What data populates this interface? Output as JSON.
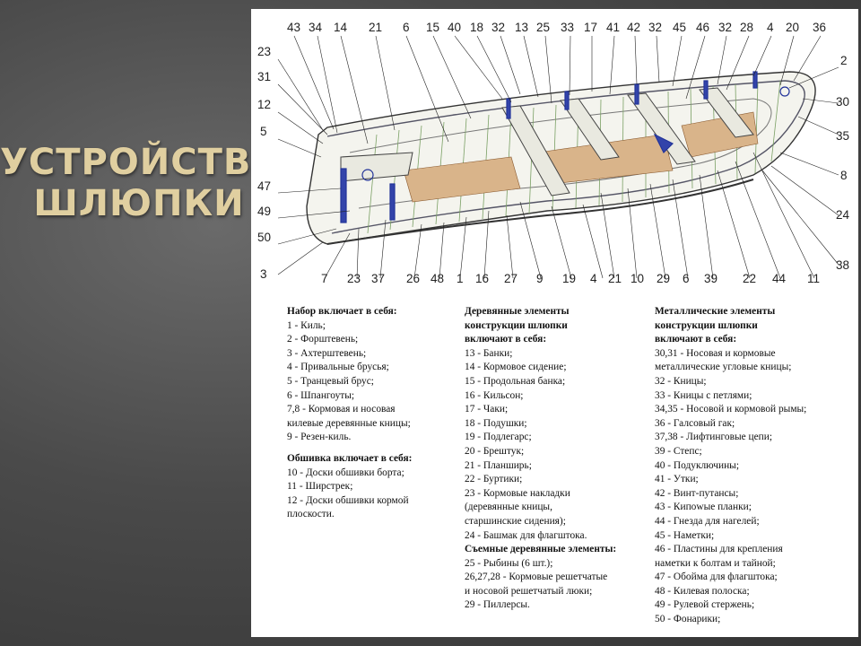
{
  "title": {
    "line1": "УСТРОЙСТВО",
    "line2": "ШЛЮПКИ"
  },
  "callouts_top": [
    "43",
    "34",
    "14",
    "21",
    "6",
    "15",
    "40",
    "18",
    "32",
    "13",
    "25",
    "33",
    "17",
    "41",
    "42",
    "32",
    "45",
    "46",
    "32",
    "28",
    "4",
    "20",
    "36"
  ],
  "callouts_left": [
    "23",
    "31",
    "12",
    "5",
    "47",
    "49",
    "50",
    "3"
  ],
  "callouts_right": [
    "2",
    "30",
    "35",
    "8",
    "24",
    "38"
  ],
  "callouts_bottom": [
    "7",
    "23",
    "37",
    "26",
    "48",
    "1",
    "16",
    "27",
    "9",
    "19",
    "4",
    "21",
    "10",
    "29",
    "6",
    "39",
    "22",
    "44",
    "11"
  ],
  "legend": {
    "col1": {
      "heading1": "Набор включает в себя:",
      "items1": [
        "1 - Киль;",
        "2 - Форштевень;",
        "3 - Ахтерштевень;",
        "4 - Привальные брусья;",
        "5 - Транцевый брус;",
        "6 - Шпангоуты;",
        "7,8 - Кормовая и носовая",
        "килевые деревянные кницы;",
        "9 - Резен-киль."
      ],
      "heading2": "Обшивка включает в себя:",
      "items2": [
        "10 - Доски обшивки борта;",
        "11 - Ширстрек;",
        "12 - Доски обшивки кормой",
        "плоскости."
      ]
    },
    "col2": {
      "heading1": "Деревянные элементы",
      "heading1b": "конструкции шлюпки",
      "heading1c": "включают в себя:",
      "items1": [
        "13 - Банки;",
        "14 - Кормовое сидение;",
        "15 - Продольная банка;",
        "16 - Кильсон;",
        "17 - Чаки;",
        "18 - Подушки;",
        "19 - Подлегарс;",
        "20 - Брештук;",
        "21 - Планширь;",
        "22 - Буртики;",
        "23 - Кормовые накладки",
        "(деревянные кницы,",
        "старшинские сидения);",
        "24 - Башмак для флагштока."
      ],
      "heading2": "Съемные деревянные элементы:",
      "items2": [
        "25 - Рыбины (6 шт.);",
        "26,27,28 - Кормовые решетчатые",
        "и носовой решетчатый люки;",
        "29 - Пиллерсы."
      ]
    },
    "col3": {
      "heading1": "Металлические элементы",
      "heading1b": "конструкции шлюпки",
      "heading1c": "включают в себя:",
      "items1": [
        "30,31 - Носовая и кормовые",
        "металлические угловые кницы;",
        "32 - Кницы;",
        "33 - Кницы с петлями;",
        "34,35 - Носовой и кормовой рымы;",
        "36 - Галсовый гак;",
        "37,38 - Лифтинговые цепи;",
        "39 - Степс;",
        "40 - Подуключины;",
        "41 - Утки;",
        "42 - Винт-путансы;",
        "43 - Кипowые планки;",
        "44 - Гнезда для нагелей;",
        "45 - Наметки;",
        "46 - Пластины для крепления",
        "наметки к болтам и тайной;",
        "47 - Обойма для флагштока;",
        "48 - Килевая полоска;",
        "49 - Рулевой стержень;",
        "50 - Фонарики;"
      ]
    }
  }
}
